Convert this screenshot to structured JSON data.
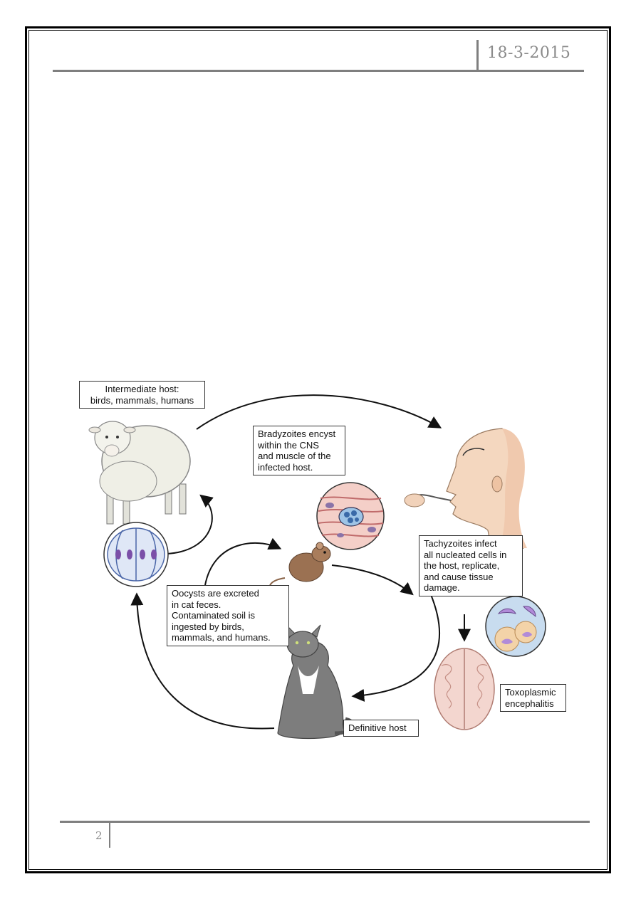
{
  "header": {
    "date": "18-3-2015"
  },
  "footer": {
    "page_number": "2"
  },
  "diagram": {
    "labels": {
      "intermediate_host": "Intermediate host:\nbirds, mammals, humans",
      "bradyzoites": "Bradyzoites encyst\nwithin the CNS\nand muscle of the\ninfected host.",
      "tachyzoites": "Tachyzoites infect\nall nucleated cells in\nthe host, replicate,\nand cause tissue\ndamage.",
      "oocysts": "Oocysts are excreted\nin cat feces.\nContaminated soil is\ningested by birds,\nmammals, and humans.",
      "toxoplasmic": "Toxoplasmic\nencephalitis",
      "definitive_host": "Definitive host"
    },
    "colors": {
      "sheep_wool": "#efefe6",
      "cat_fur": "#7d7d7d",
      "mouse_fur": "#9b7152",
      "muscle": "#e9a3a0",
      "oocyst_purple": "#7b4fa8",
      "brain": "#f3d6cf",
      "cyst_bg": "#c8dcef"
    }
  }
}
